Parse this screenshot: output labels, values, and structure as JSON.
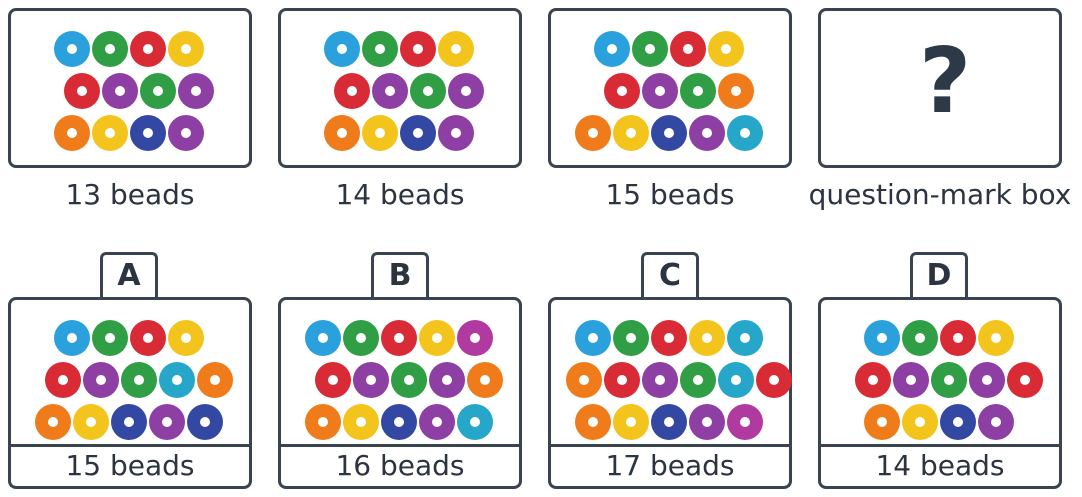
{
  "colors": {
    "blue": "#2aa0dc",
    "green": "#2f9e44",
    "red": "#d92b36",
    "yellow": "#f2c41c",
    "purple": "#8e3fa3",
    "orange": "#f07b1a",
    "navy": "#3348a3",
    "teal": "#26a7c9",
    "magenta": "#b03aa0"
  },
  "top_boxes": [
    {
      "caption": "13 beads",
      "rows": [
        [
          "blue",
          "green",
          "red",
          "yellow"
        ],
        [
          "red",
          "purple",
          "green",
          "purple"
        ],
        [
          "orange",
          "yellow",
          "navy",
          "purple"
        ]
      ]
    },
    {
      "caption": "14 beads",
      "rows": [
        [
          "blue",
          "green",
          "red",
          "yellow"
        ],
        [
          "red",
          "purple",
          "green",
          "purple"
        ],
        [
          "orange",
          "yellow",
          "navy",
          "purple"
        ]
      ]
    },
    {
      "caption": "15 beads",
      "rows": [
        [
          "blue",
          "green",
          "red",
          "yellow"
        ],
        [
          "red",
          "purple",
          "green",
          "orange"
        ],
        [
          "orange",
          "yellow",
          "navy",
          "purple",
          "teal"
        ]
      ]
    },
    {
      "caption": "question-mark box",
      "question": "?"
    }
  ],
  "options": [
    {
      "label": "A",
      "caption": "15 beads",
      "rows": [
        [
          "blue",
          "green",
          "red",
          "yellow"
        ],
        [
          "red",
          "purple",
          "green",
          "teal",
          "orange"
        ],
        [
          "orange",
          "yellow",
          "navy",
          "purple",
          "navy"
        ]
      ]
    },
    {
      "label": "B",
      "caption": "16 beads",
      "rows": [
        [
          "blue",
          "green",
          "red",
          "yellow",
          "magenta"
        ],
        [
          "red",
          "purple",
          "green",
          "purple",
          "orange"
        ],
        [
          "orange",
          "yellow",
          "navy",
          "purple",
          "teal"
        ]
      ]
    },
    {
      "label": "C",
      "caption": "17 beads",
      "rows": [
        [
          "blue",
          "green",
          "red",
          "yellow",
          "teal"
        ],
        [
          "orange",
          "red",
          "purple",
          "green",
          "teal",
          "red"
        ],
        [
          "orange",
          "yellow",
          "navy",
          "purple",
          "magenta"
        ]
      ]
    },
    {
      "label": "D",
      "caption": "14 beads",
      "rows": [
        [
          "blue",
          "green",
          "red",
          "yellow"
        ],
        [
          "red",
          "purple",
          "green",
          "purple",
          "red"
        ],
        [
          "orange",
          "yellow",
          "navy",
          "purple"
        ]
      ]
    }
  ]
}
